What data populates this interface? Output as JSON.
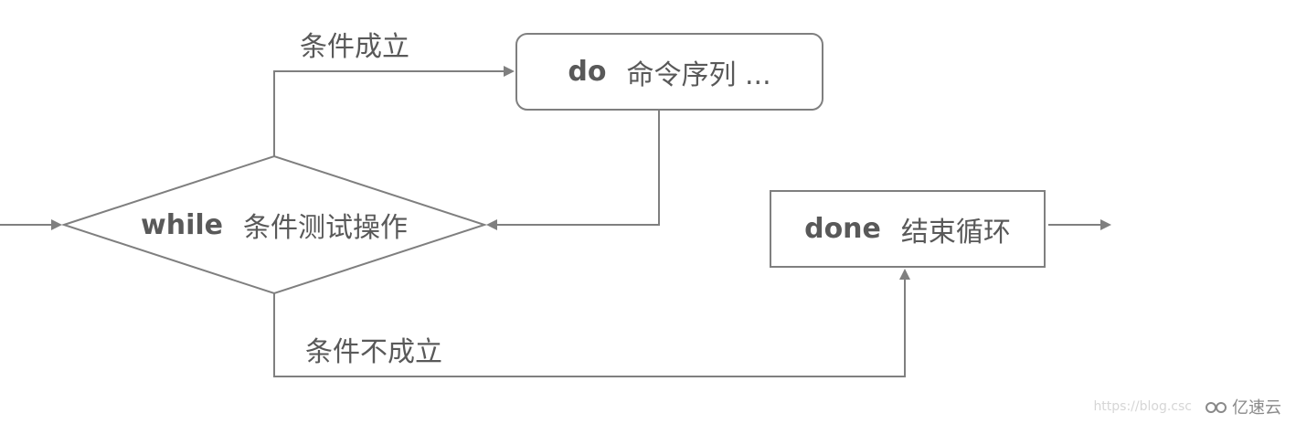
{
  "nodes": {
    "do_box": {
      "keyword": "do",
      "text": "命令序列 ..."
    },
    "while_diamond": {
      "keyword": "while",
      "text": "条件测试操作"
    },
    "done_box": {
      "keyword": "done",
      "text": "结束循环"
    }
  },
  "edges": {
    "true_label": "条件成立",
    "false_label": "条件不成立"
  },
  "watermark": {
    "url": "https://blog.csc",
    "brand": "亿速云"
  },
  "colors": {
    "line": "#7f7f7f",
    "text": "#595959"
  }
}
